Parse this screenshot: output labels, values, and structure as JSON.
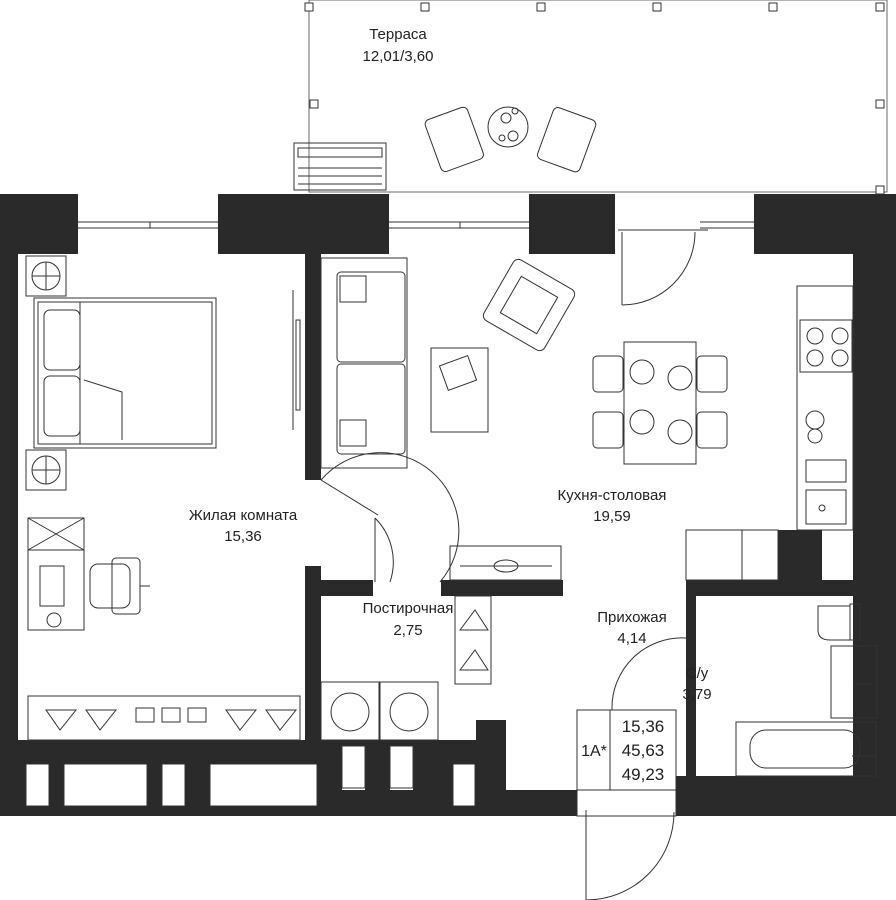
{
  "rooms": {
    "terrace": {
      "name": "Терраса",
      "area": "12,01/3,60"
    },
    "living": {
      "name": "Жилая комната",
      "area": "15,36"
    },
    "kitchen": {
      "name": "Кухня-столовая",
      "area": "19,59"
    },
    "laundry": {
      "name": "Постирочная",
      "area": "2,75"
    },
    "hall": {
      "name": "Прихожая",
      "area": "4,14"
    },
    "bathroom": {
      "name": "С/у",
      "area": "3,79"
    }
  },
  "summary": {
    "type": "1А*",
    "living_area": "15,36",
    "total_area": "45,63",
    "total_with_terrace": "49,23"
  },
  "colors": {
    "wall": "#2a2a2a",
    "line": "#333333",
    "background": "#ffffff"
  }
}
